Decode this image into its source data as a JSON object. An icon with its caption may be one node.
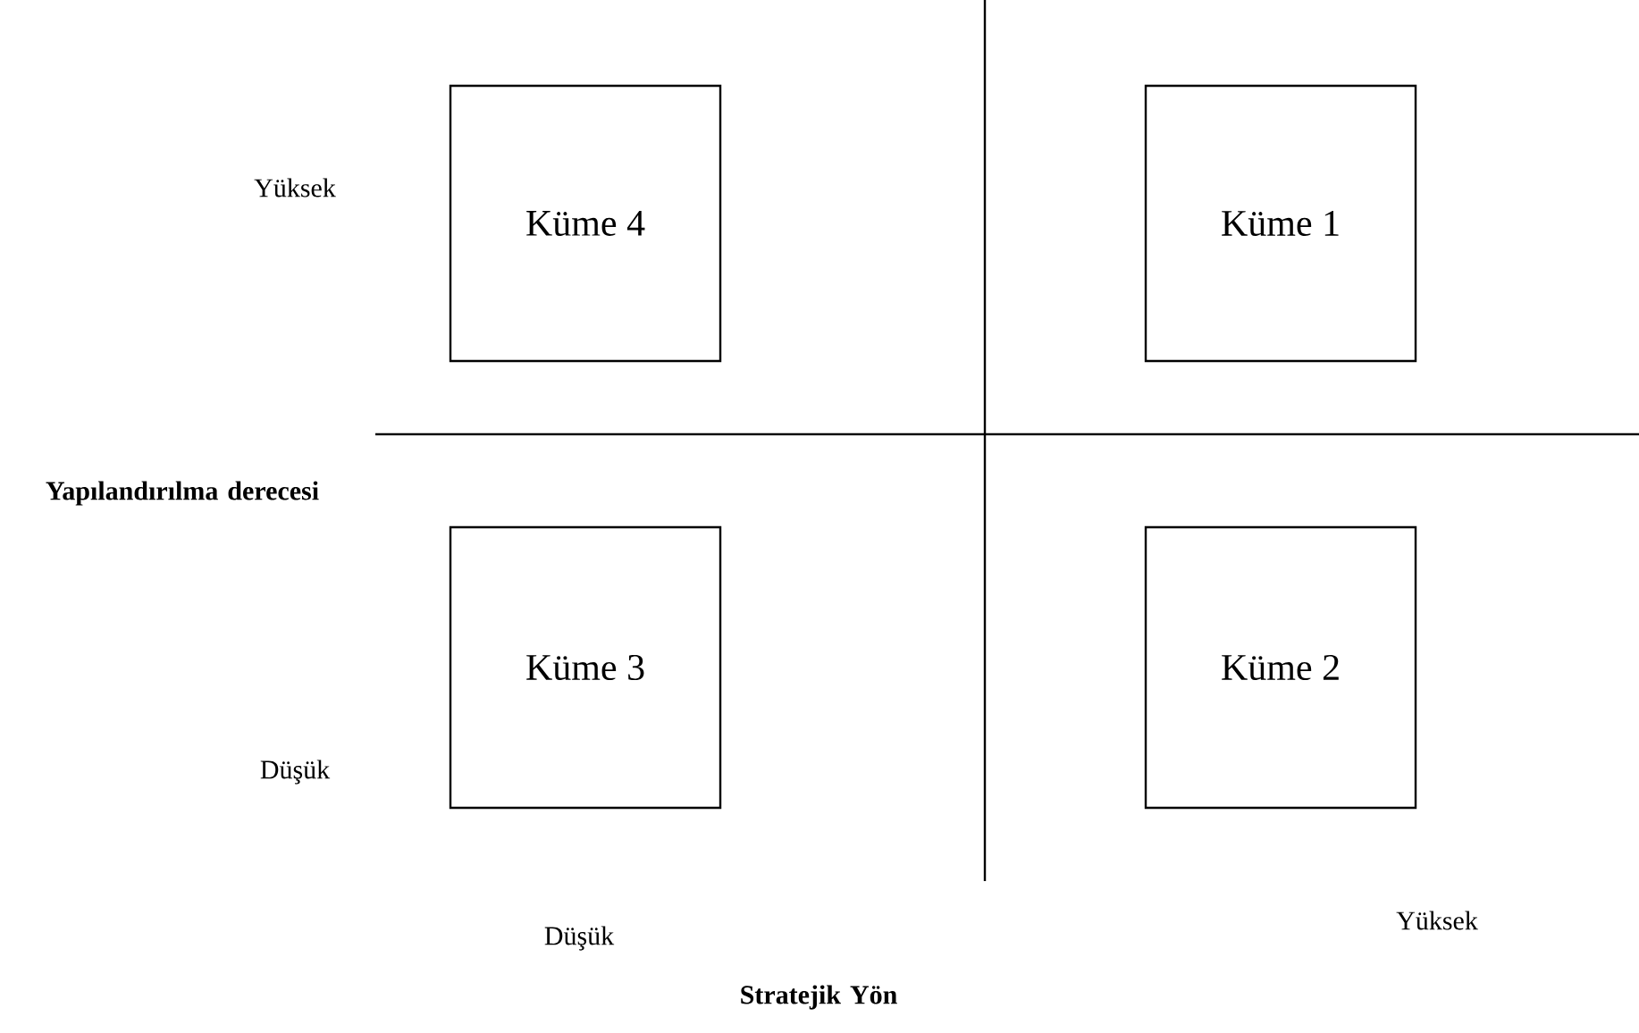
{
  "diagram": {
    "nodes": [
      {
        "text": [
          "Küme 4"
        ]
      },
      {
        "text": [
          "Küme 1"
        ]
      },
      {
        "text": [
          "Küme 3"
        ]
      },
      {
        "text": [
          "Küme 2"
        ]
      }
    ],
    "labels": [
      "Yüksek",
      "Yapılandırılma derecesi",
      "Düşük",
      "Düşük",
      "Yüksek",
      "Stratejik Yön"
    ]
  }
}
